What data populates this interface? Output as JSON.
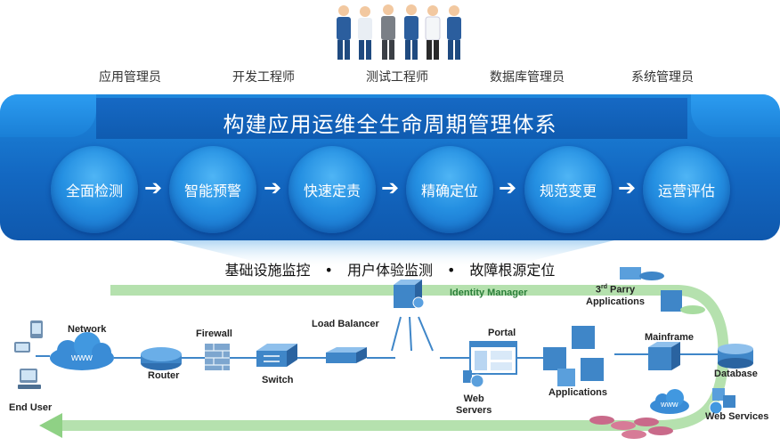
{
  "roles": [
    "应用管理员",
    "开发工程师",
    "测试工程师",
    "数据库管理员",
    "系统管理员"
  ],
  "banner": {
    "title": "构建应用运维全生命周期管理体系",
    "steps": [
      "全面检测",
      "智能预警",
      "快速定责",
      "精确定位",
      "规范变更",
      "运营评估"
    ]
  },
  "subtitle": "基础设施监控　•　用户体验监测　•　故障根源定位",
  "diagram": {
    "network": "Network",
    "www": "www",
    "end_user": "End User",
    "router": "Router",
    "firewall": "Firewall",
    "switch": "Switch",
    "load_balancer": "Load Balancer",
    "identity_manager": "Identity Manager",
    "third_party_sup": "rd",
    "third_party_rest": " Parry",
    "third_party_line2": "Applications",
    "portal": "Portal",
    "web_line1": "Web",
    "web_line2": "Servers",
    "applications": "Applications",
    "mainframe": "Mainframe",
    "database": "Database",
    "web_services": "Web Services"
  },
  "colors": {
    "banner": "#1368c2",
    "step_circle": "#2590e2",
    "flow_arrow": "#a8dca0",
    "device": "#3f86c8"
  }
}
